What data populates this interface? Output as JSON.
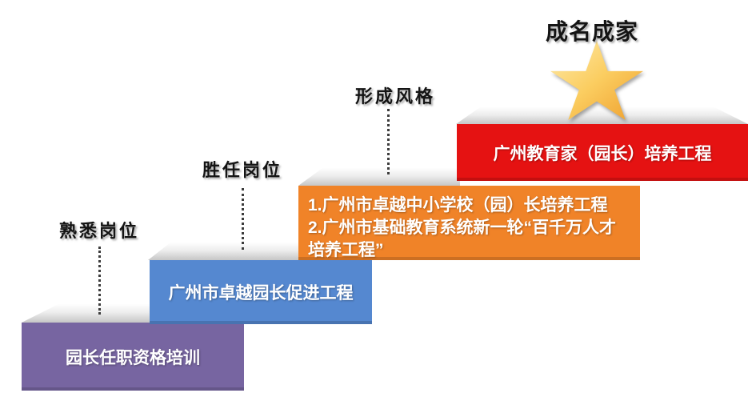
{
  "diagram": {
    "steps": [
      {
        "stage_label": "熟悉岗位",
        "lines": [
          "园长任职资格培训"
        ],
        "color": "#7765A1"
      },
      {
        "stage_label": "胜任岗位",
        "lines": [
          "广州市卓越园长促进工程"
        ],
        "color": "#5588D0"
      },
      {
        "stage_label": "形成风格",
        "lines": [
          "1.广州市卓越中小学校（园）长培养工程",
          "2.广州市基础教育系统新一轮“百千万人才",
          "培养工程”"
        ],
        "color": "#F08328"
      },
      {
        "stage_label": "成名成家",
        "lines": [
          "广州教育家（园长）培养工程"
        ],
        "color": "#E51212"
      }
    ],
    "star": {
      "top": "#FDEBAC",
      "mid": "#FBCD60",
      "bottom": "#EE9E2C"
    }
  }
}
